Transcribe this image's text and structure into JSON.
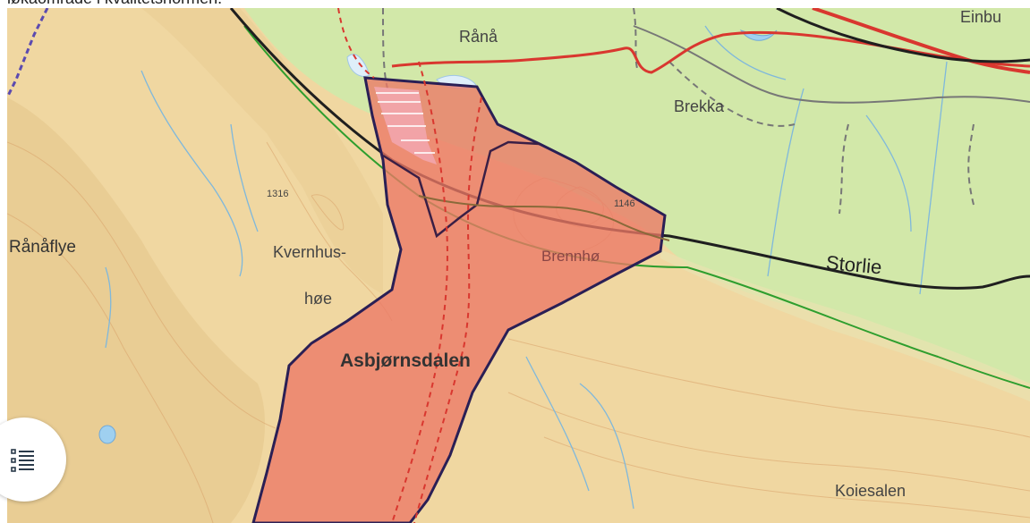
{
  "caption": "løkaområde i kvalitetsnormen.",
  "map": {
    "places": {
      "einbu": "Einbu",
      "rana": "Rånå",
      "brekka": "Brekka",
      "ranaflye": "Rånåflye",
      "kvernhus": "Kvernhus-",
      "hoe": "høe",
      "brennho": "Brennhø",
      "storlie": "Storlie",
      "asbjornsdalen": "Asbjørnsdalen",
      "koiesalen": "Koiesalen",
      "peak1316": "1316",
      "peak1146": "1146"
    },
    "colors": {
      "terrain": "#f0d7a1",
      "forest": "#d2e8a9",
      "zone_fill": "#ec7866",
      "zone_border": "#2a1f55",
      "main_road": "#d9372f",
      "railway": "#1f1f1f",
      "boundary": "#2e9e2e",
      "water": "#9fd0f0"
    },
    "icons": {
      "list_button": "list-icon"
    }
  }
}
